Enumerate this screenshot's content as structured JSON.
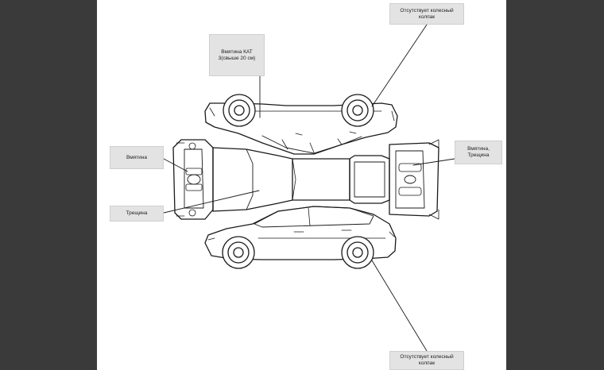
{
  "callouts": {
    "top_right": "Отсутствует колесный колпак",
    "top_mid": "Вмятина КАТ 3(свыше 20 см)",
    "left_upper": "Вмятина",
    "left_lower": "Трещина",
    "right": "Вмятина, Трещина",
    "bottom": "Отсутствует колесный колпак"
  }
}
